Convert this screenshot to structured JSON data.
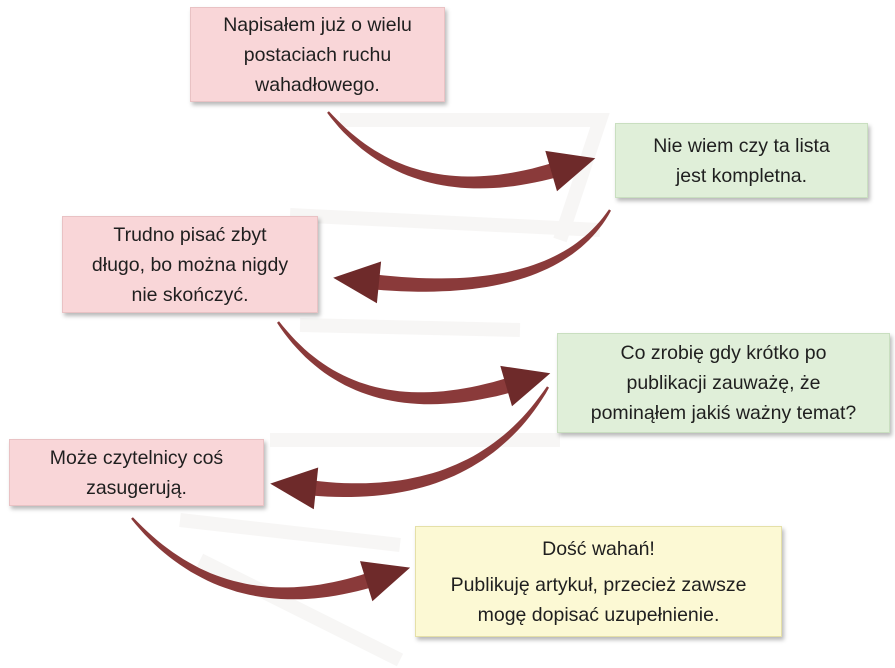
{
  "diagram": {
    "boxes": [
      {
        "id": "box1",
        "style": "pink",
        "lines": [
          "Napisałem już o wielu",
          "postaciach ruchu",
          "wahadłowego."
        ]
      },
      {
        "id": "box2",
        "style": "green",
        "lines": [
          "Nie wiem czy ta lista",
          "jest kompletna."
        ]
      },
      {
        "id": "box3",
        "style": "pink",
        "lines": [
          "Trudno pisać zbyt",
          "długo, bo można nigdy",
          "nie skończyć."
        ]
      },
      {
        "id": "box4",
        "style": "green",
        "lines": [
          "Co zrobię gdy krótko po",
          "publikacji zauważę, że",
          "pominąłem jakiś ważny temat?"
        ]
      },
      {
        "id": "box5",
        "style": "pink",
        "lines": [
          "Może czytelnicy coś",
          "zasugerują."
        ]
      },
      {
        "id": "box6",
        "style": "yellow",
        "heading": "Dość wahań!",
        "lines": [
          "Publikuję artykuł, przecież zawsze",
          "mogę dopisać uzupełnienie."
        ]
      }
    ],
    "arrows": [
      {
        "from": "box1",
        "to": "box2",
        "direction": "right"
      },
      {
        "from": "box2",
        "to": "box3",
        "direction": "left"
      },
      {
        "from": "box3",
        "to": "box4",
        "direction": "right"
      },
      {
        "from": "box4",
        "to": "box5",
        "direction": "left"
      },
      {
        "from": "box5",
        "to": "box6",
        "direction": "right"
      }
    ],
    "colors": {
      "pink_fill": "#f9d6d8",
      "green_fill": "#e0efd9",
      "yellow_fill": "#fcf9d4",
      "arrow": "#8a3a3a",
      "arrow_dark": "#6e2a2a",
      "text": "#1f1f1f"
    }
  }
}
